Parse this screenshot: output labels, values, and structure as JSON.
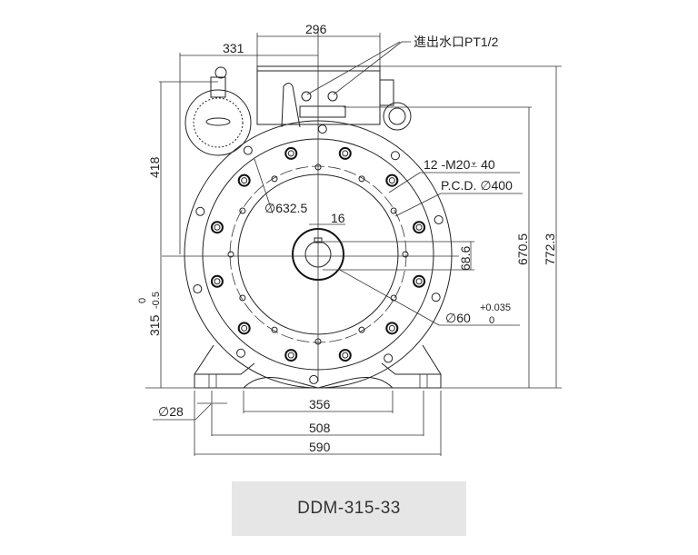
{
  "drawing": {
    "dimensions": {
      "top_width": "296",
      "left_width": "331",
      "water_port": "進出水口PT1/2",
      "bolt_spec": "12 -M20⩡ 40",
      "pcd": "P.C.D. ∅400",
      "flange_dia": "∅632.5",
      "key_width": "16",
      "key_depth": "68.6",
      "height_total": "772.3",
      "height_box": "670.5",
      "height_upper": "418",
      "center_height": "315",
      "center_tol_upper": "0",
      "center_tol_lower": "-0.5",
      "shaft_dia": "∅60",
      "shaft_tol_upper": "+0.035",
      "shaft_tol_lower": "0",
      "foot_hole": "∅28",
      "inner_foot": "356",
      "foot_spacing": "508",
      "base_width": "590"
    }
  },
  "model": "DDM-315-33"
}
